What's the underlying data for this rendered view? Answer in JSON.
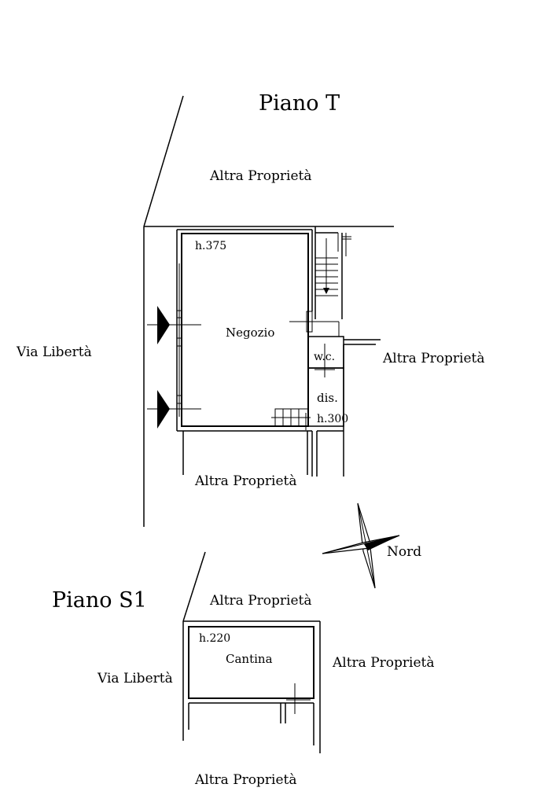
{
  "ground_floor": {
    "title": "Piano T",
    "north_neighbor": "Altra Proprietà",
    "street": "Via Libertà",
    "east_neighbor": "Altra Proprietà",
    "south_neighbor": "Altra Proprietà",
    "rooms": {
      "shop": "Negozio",
      "shop_height": "h.375",
      "wc": "w.c.",
      "hall": "dis.",
      "hall_height": "h.300"
    }
  },
  "basement": {
    "title": "Piano S1",
    "north_neighbor": "Altra Proprietà",
    "street": "Via Libertà",
    "east_neighbor": "Altra Proprietà",
    "south_neighbor": "Altra Proprietà",
    "rooms": {
      "cellar": "Cantina",
      "cellar_height": "h.220"
    }
  },
  "compass": {
    "label": "Nord",
    "icon": "north-arrow-icon"
  }
}
